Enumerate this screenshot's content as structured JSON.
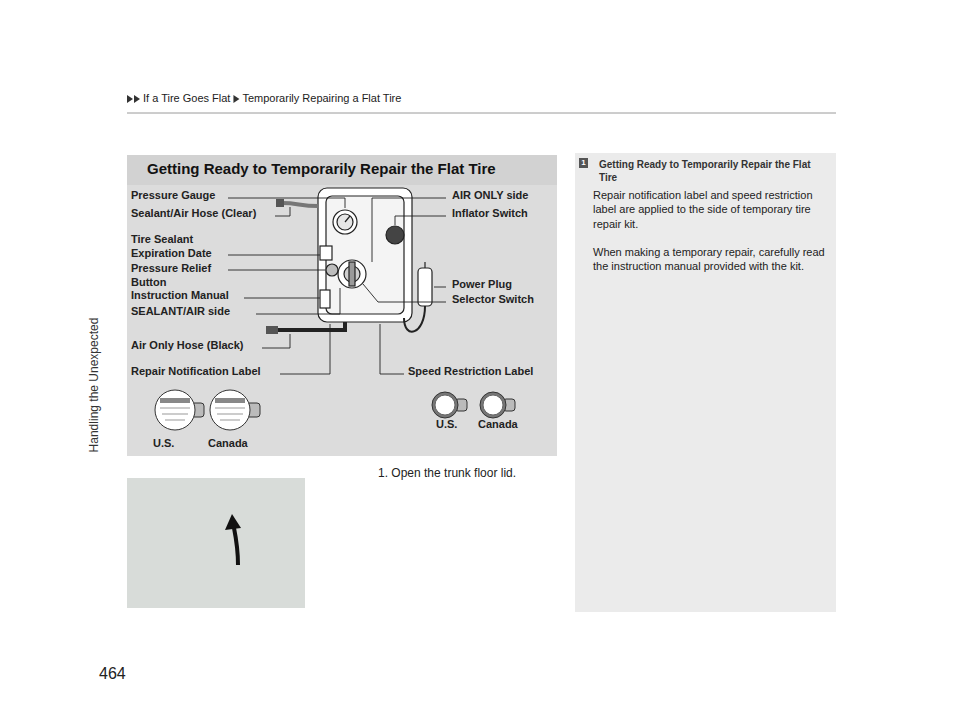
{
  "diagram": {
    "nodes": [
      {
        "text": [
          "Getting Ready to Temporarily Repair the Flat Tire"
        ]
      },
      {
        "text": [
          "Getting Ready to Temporarily Repair the Flat Tire",
          "Repair notification label and speed restriction label are applied to the side of temporary tire repair kit.",
          "When making a temporary repair, carefully read the instruction manual provided with the kit."
        ]
      }
    ],
    "labels": [
      "If a Tire Goes Flat",
      "Temporarily Repairing a Flat Tire",
      "Handling the Unexpected",
      "464",
      "Pressure Gauge",
      "Sealant/Air Hose (Clear)",
      "Tire Sealant Expiration Date",
      "Pressure Relief Button",
      "Instruction Manual",
      "SEALANT/AIR side",
      "Air Only Hose (Black)",
      "Repair Notification Label",
      "AIR ONLY side",
      "Inflator Switch",
      "Power Plug",
      "Selector Switch",
      "Speed Restriction Label",
      "U.S.",
      "Canada",
      "U.S.",
      "Canada",
      "1. Open the trunk floor lid.",
      "1"
    ]
  }
}
